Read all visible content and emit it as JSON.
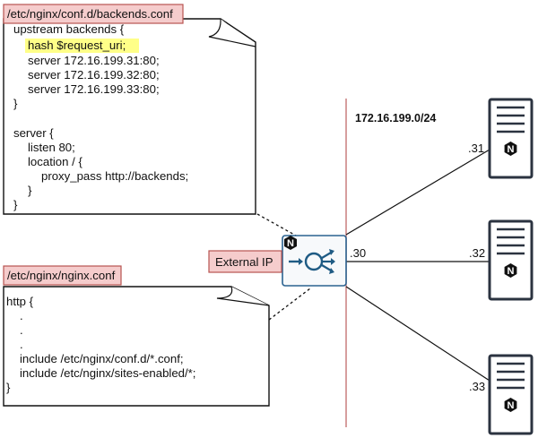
{
  "files": {
    "backends": {
      "title": "/etc/nginx/conf.d/backends.conf",
      "lines": [
        "upstream backends {",
        "hash $request_uri;",
        "server 172.16.199.31:80;",
        "server 172.16.199.32:80;",
        "server 172.16.199.33:80;",
        "}",
        "",
        "server {",
        "listen 80;",
        "location / {",
        "proxy_pass http://backends;",
        "}",
        "}"
      ],
      "highlighted_line": "hash $request_uri;"
    },
    "nginx": {
      "title": "/etc/nginx/nginx.conf",
      "lines": [
        "http {",
        ".",
        ".",
        ".",
        "include /etc/nginx/conf.d/*.conf;",
        "include /etc/nginx/sites-enabled/*;",
        "}"
      ]
    }
  },
  "load_balancer": {
    "label": "External IP",
    "ip_suffix": ".30",
    "icon": "load-balancer-icon",
    "badge": "N"
  },
  "network": {
    "subnet": "172.16.199.0/24"
  },
  "servers": [
    {
      "ip_suffix": ".31",
      "badge": "N"
    },
    {
      "ip_suffix": ".32",
      "badge": "N"
    },
    {
      "ip_suffix": ".33",
      "badge": "N"
    }
  ],
  "colors": {
    "label_fill": "#f5cccc",
    "label_stroke": "#b85450",
    "highlight": "#ffff88",
    "network_line": "#c87f7f",
    "lb_stroke": "#2a6290",
    "lb_icon": "#1f5b84",
    "server_stroke": "#2b3340"
  }
}
